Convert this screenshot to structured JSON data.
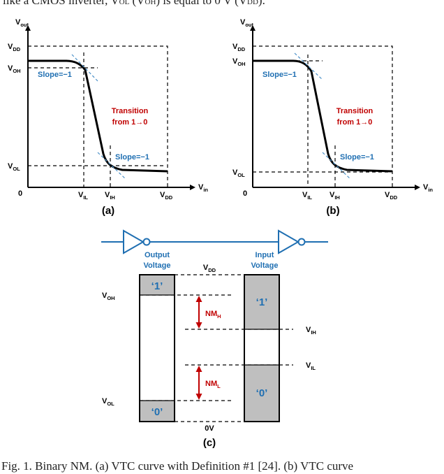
{
  "top_clip": {
    "text": "like a CMOS inverter, V",
    "ol": "OL",
    "paren1": " (V",
    "oh": "OH",
    "mid": ") is equal to 0 V (V",
    "dd": "DD",
    "end": ")."
  },
  "panel_a": {
    "y_axis": {
      "main": "V",
      "sub": "out"
    },
    "x_axis": {
      "main": "V",
      "sub": "in"
    },
    "origin": "0",
    "vdd": {
      "main": "V",
      "sub": "DD"
    },
    "voh": {
      "main": "V",
      "sub": "OH"
    },
    "vol": {
      "main": "V",
      "sub": "OL"
    },
    "vil": {
      "main": "V",
      "sub": "IL"
    },
    "vih": {
      "main": "V",
      "sub": "IH"
    },
    "vdd_x": {
      "main": "V",
      "sub": "DD"
    },
    "slope_top": "Slope=−1",
    "slope_bottom": "Slope=−1",
    "transition_line1": "Transition",
    "transition_line2": "from 1→0",
    "label": "(a)"
  },
  "panel_b": {
    "y_axis": {
      "main": "V",
      "sub": "out"
    },
    "x_axis": {
      "main": "V",
      "sub": "in"
    },
    "origin": "0",
    "vdd": {
      "main": "V",
      "sub": "DD"
    },
    "voh": {
      "main": "V",
      "sub": "OH"
    },
    "vol": {
      "main": "V",
      "sub": "OL"
    },
    "vil": {
      "main": "V",
      "sub": "IL"
    },
    "vih": {
      "main": "V",
      "sub": "IH"
    },
    "vdd_x": {
      "main": "V",
      "sub": "DD"
    },
    "slope_top": "Slope=−1",
    "slope_bottom": "Slope=−1",
    "transition_line1": "Transition",
    "transition_line2": "from 1→0",
    "label": "(b)"
  },
  "panel_c": {
    "output_line1": "Output",
    "output_line2": "Voltage",
    "input_line1": "Input",
    "input_line2": "Voltage",
    "vdd": {
      "main": "V",
      "sub": "DD"
    },
    "zero_v": "0V",
    "voh": {
      "main": "V",
      "sub": "OH"
    },
    "vol": {
      "main": "V",
      "sub": "OL"
    },
    "vih": {
      "main": "V",
      "sub": "IH"
    },
    "vil": {
      "main": "V",
      "sub": "IL"
    },
    "nmh": {
      "main": "NM",
      "sub": "H"
    },
    "nml": {
      "main": "NM",
      "sub": "L"
    },
    "out_one": "‘1’",
    "out_zero": "‘0’",
    "in_one": "‘1’",
    "in_zero": "‘0’",
    "label": "(c)"
  },
  "caption": "Fig. 1.  Binary NM. (a) VTC curve with Definition #1 [24]. (b) VTC curve",
  "colors": {
    "blue": "#1f6fb2",
    "red": "#c00000",
    "gray": "#bfbfbf"
  }
}
